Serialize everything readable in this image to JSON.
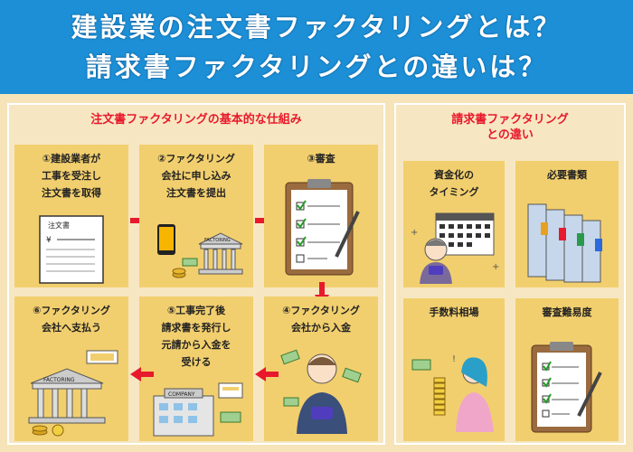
{
  "header": {
    "line1": "建設業の注文書ファクタリングとは？",
    "line2": "請求書ファクタリングとの違いは？"
  },
  "left_panel": {
    "title": "注文書ファクタリングの基本的な仕組み",
    "steps": [
      {
        "lines": [
          "①建設業者が",
          "工事を受注し",
          "注文書を取得"
        ]
      },
      {
        "lines": [
          "②ファクタリング",
          "会社に申し込み",
          "注文書を提出"
        ]
      },
      {
        "lines": [
          "③審査"
        ]
      },
      {
        "lines": [
          "④ファクタリング",
          "会社から入金"
        ]
      },
      {
        "lines": [
          "⑤工事完了後",
          "請求書を発行し",
          "元請から入金を",
          "受ける"
        ]
      },
      {
        "lines": [
          "⑥ファクタリング",
          "会社へ支払う"
        ]
      }
    ],
    "doc_label": "注文書",
    "factoring_sign": "FACTORING",
    "company_sign": "COMPANY"
  },
  "right_panel": {
    "title_lines": [
      "請求書ファクタリング",
      "との違い"
    ],
    "items": [
      {
        "lines": [
          "資金化の",
          "タイミング"
        ]
      },
      {
        "lines": [
          "必要書類"
        ]
      },
      {
        "lines": [
          "手数料相場"
        ]
      },
      {
        "lines": [
          "審査難易度"
        ]
      }
    ]
  },
  "colors": {
    "header_bg": "#1c8fd6",
    "panel_bg": "#f6e7c2",
    "card_bg": "#f2cf6e",
    "accent_red": "#e8192c",
    "arrow_red": "#e8192c"
  }
}
